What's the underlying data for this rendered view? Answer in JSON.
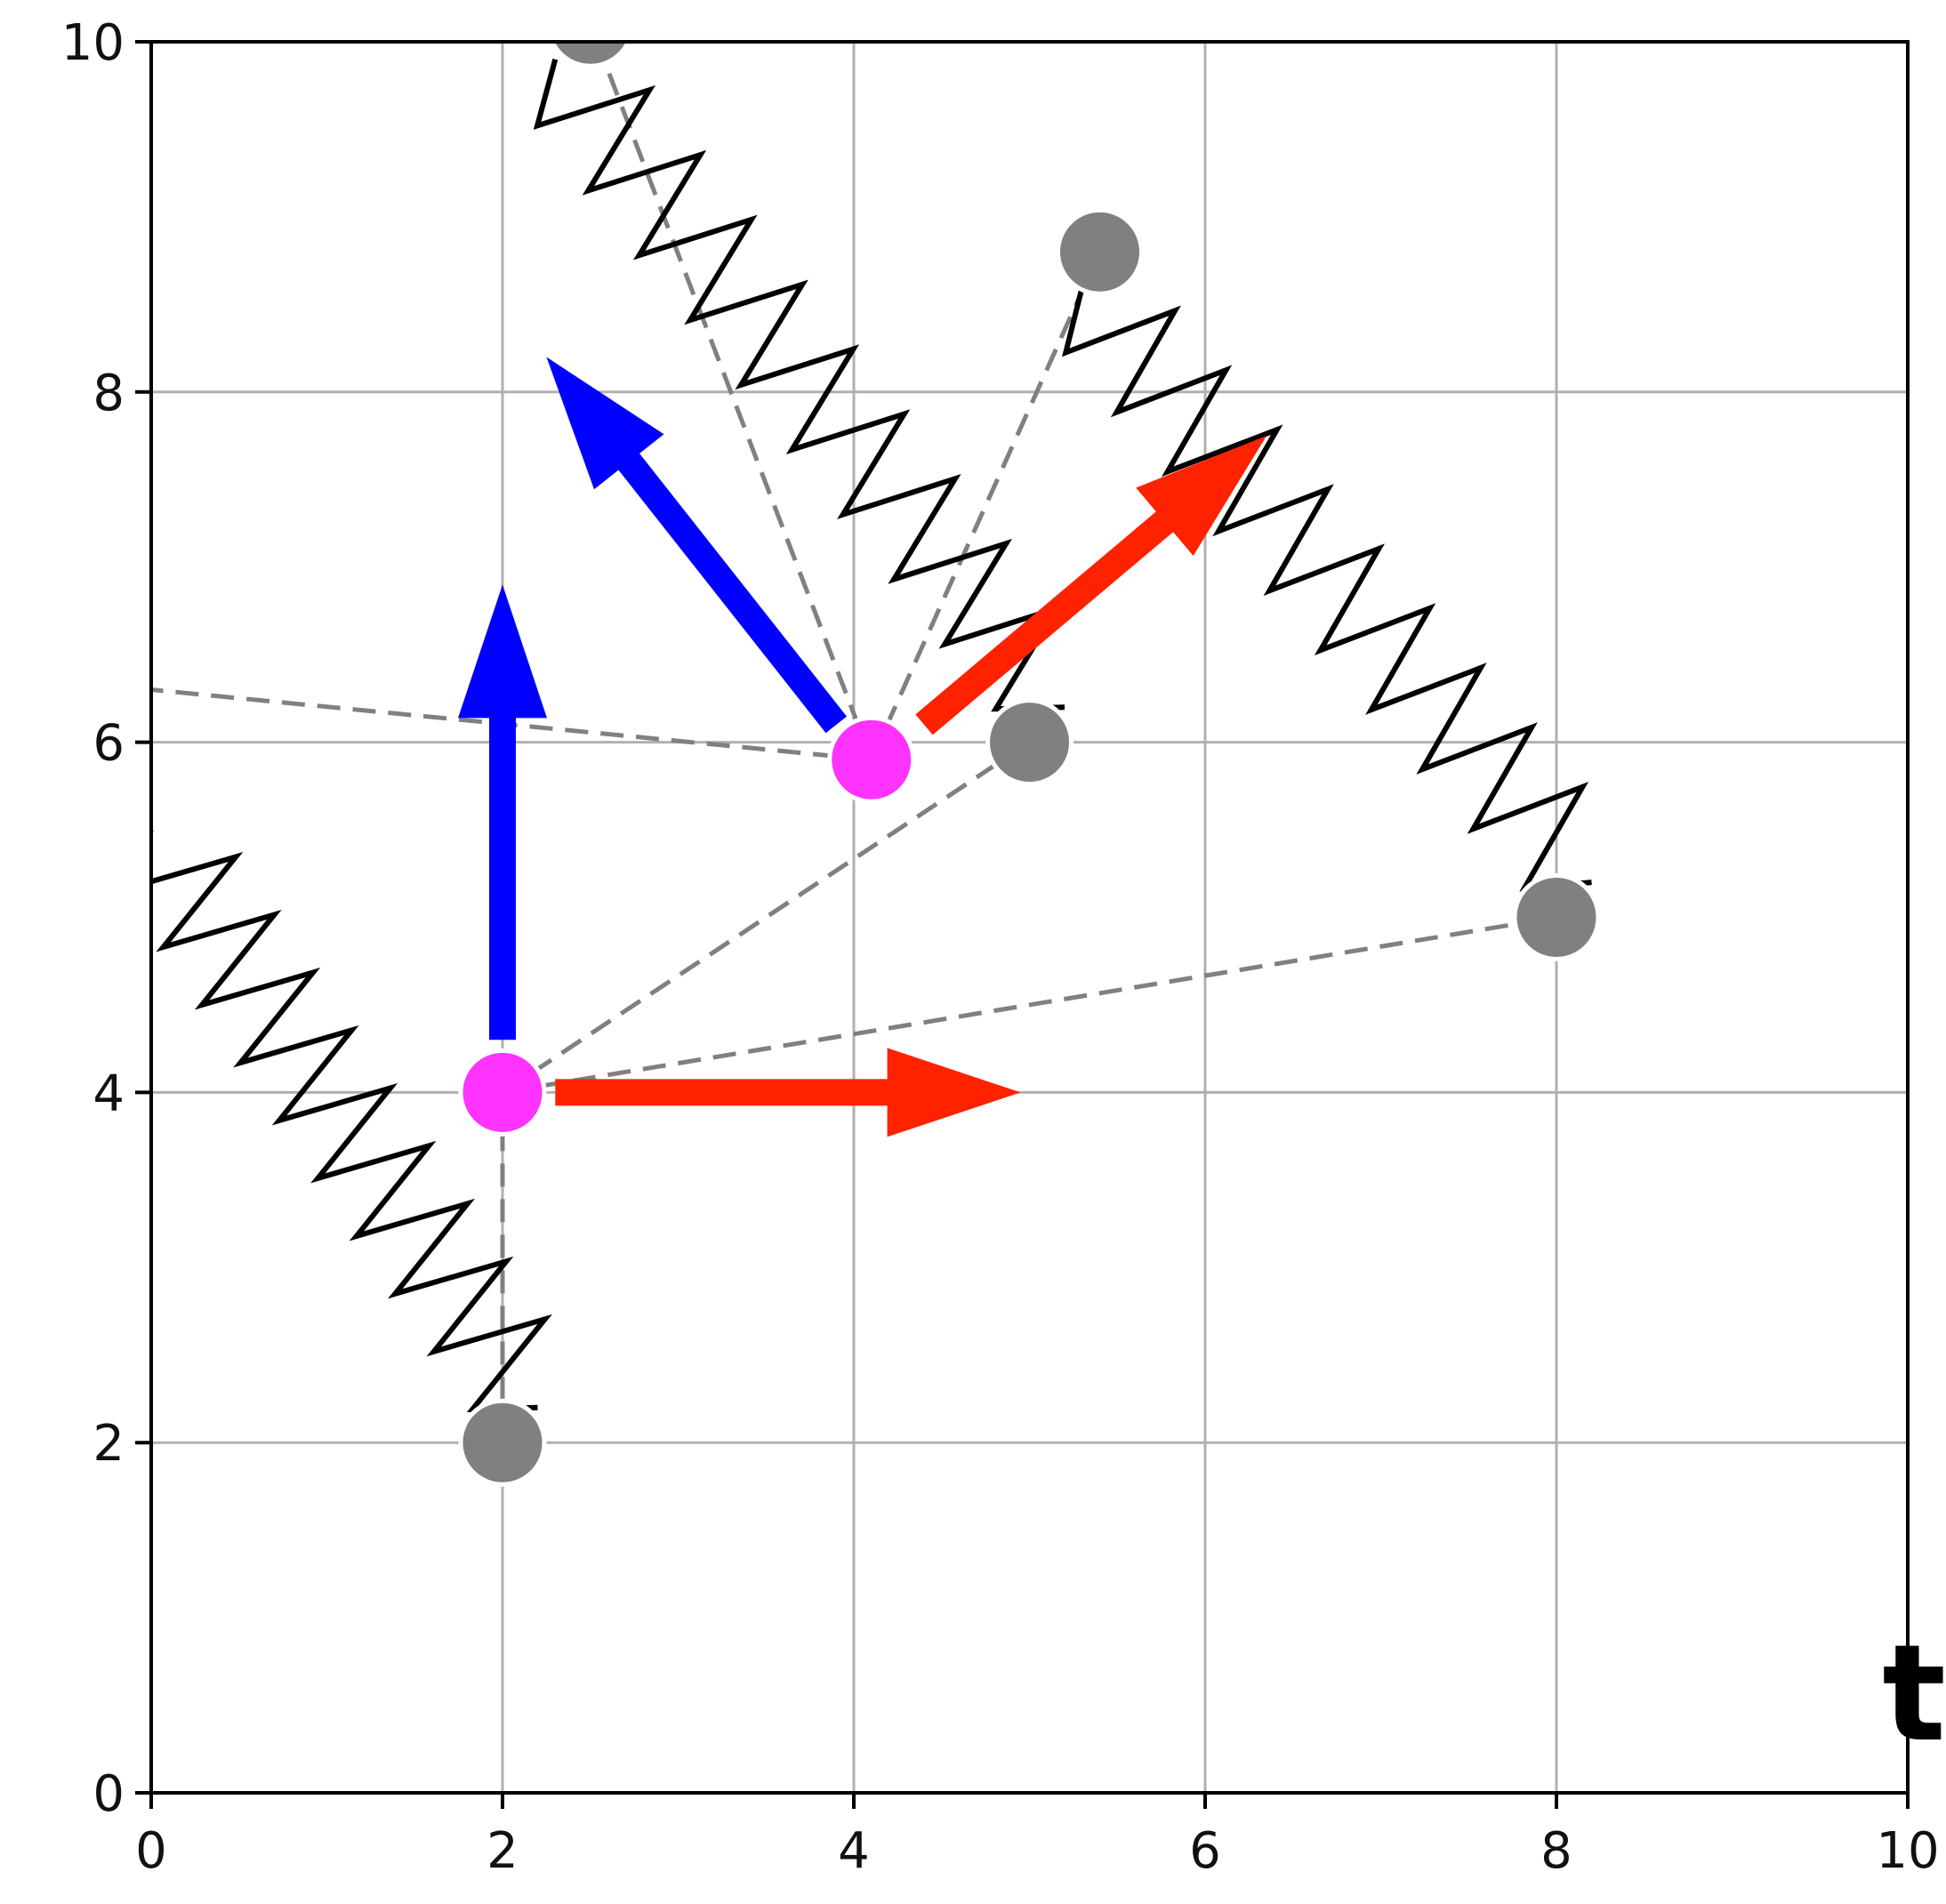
{
  "chart_data": {
    "type": "scatter",
    "title": "",
    "xlabel": "",
    "ylabel": "",
    "xlim": [
      0,
      10
    ],
    "ylim": [
      0,
      10
    ],
    "grid": true,
    "x_ticks": [
      "0",
      "2",
      "4",
      "6",
      "8",
      "10"
    ],
    "y_ticks": [
      "0",
      "2",
      "4",
      "6",
      "8",
      "10"
    ],
    "series": [
      {
        "role": "agents",
        "color": "#ff33ff",
        "points": [
          {
            "x": 2.0,
            "y": 4.0
          },
          {
            "x": 4.1,
            "y": 5.9
          }
        ]
      },
      {
        "role": "anchors",
        "color": "#808080",
        "points": [
          {
            "x": 2.0,
            "y": 2.0
          },
          {
            "x": 2.5,
            "y": 10.1
          },
          {
            "x": 5.4,
            "y": 8.8
          },
          {
            "x": 5.0,
            "y": 6.0
          },
          {
            "x": 8.0,
            "y": 5.0
          }
        ]
      }
    ],
    "springs": [
      {
        "from": [
          0.0,
          5.5
        ],
        "to": [
          2.2,
          2.2
        ]
      },
      {
        "from": [
          2.3,
          9.9
        ],
        "to": [
          5.2,
          6.2
        ]
      },
      {
        "from": [
          5.3,
          8.6
        ],
        "to": [
          8.2,
          5.2
        ]
      }
    ],
    "dashed_links": [
      {
        "from": [
          2.0,
          4.0
        ],
        "to": [
          2.0,
          2.0
        ]
      },
      {
        "from": [
          2.0,
          4.0
        ],
        "to": [
          5.0,
          6.0
        ]
      },
      {
        "from": [
          2.0,
          4.0
        ],
        "to": [
          8.0,
          5.0
        ]
      },
      {
        "from": [
          4.1,
          5.9
        ],
        "to": [
          0.0,
          6.3
        ]
      },
      {
        "from": [
          4.1,
          5.9
        ],
        "to": [
          2.5,
          10.1
        ]
      },
      {
        "from": [
          4.1,
          5.9
        ],
        "to": [
          5.4,
          8.8
        ]
      }
    ],
    "arrows": [
      {
        "color": "#0000ff",
        "from": [
          2.0,
          4.3
        ],
        "to": [
          2.0,
          6.9
        ]
      },
      {
        "color": "#ff2200",
        "from": [
          2.3,
          4.0
        ],
        "to": [
          4.95,
          4.0
        ]
      },
      {
        "color": "#0000ff",
        "from": [
          3.9,
          6.1
        ],
        "to": [
          2.25,
          8.2
        ]
      },
      {
        "color": "#ff2200",
        "from": [
          4.4,
          6.1
        ],
        "to": [
          6.35,
          7.75
        ]
      }
    ]
  },
  "corner_label": "t"
}
